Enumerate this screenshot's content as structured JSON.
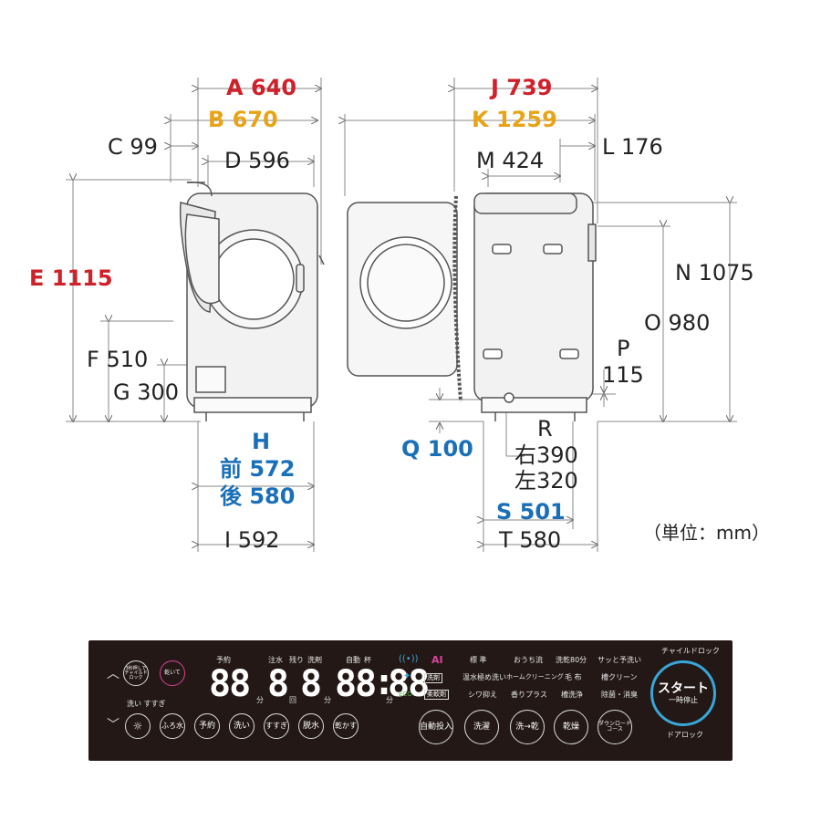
{
  "dimensions": {
    "A": {
      "letter": "A",
      "value": "640"
    },
    "B": {
      "letter": "B",
      "value": "670"
    },
    "C": {
      "letter": "C",
      "value": "99"
    },
    "D": {
      "letter": "D",
      "value": "596"
    },
    "E": {
      "letter": "E",
      "value": "1115"
    },
    "F": {
      "letter": "F",
      "value": "510"
    },
    "G": {
      "letter": "G",
      "value": "300"
    },
    "H": {
      "letter": "H",
      "front_label": "前",
      "front_value": "572",
      "back_label": "後",
      "back_value": "580"
    },
    "I": {
      "letter": "I",
      "value": "592"
    },
    "J": {
      "letter": "J",
      "value": "739"
    },
    "K": {
      "letter": "K",
      "value": "1259"
    },
    "L": {
      "letter": "L",
      "value": "176"
    },
    "M": {
      "letter": "M",
      "value": "424"
    },
    "N": {
      "letter": "N",
      "value": "1075"
    },
    "O": {
      "letter": "O",
      "value": "980"
    },
    "P": {
      "letter": "P",
      "value": "115"
    },
    "Q": {
      "letter": "Q",
      "value": "100"
    },
    "R": {
      "letter": "R",
      "right": "右390",
      "left": "左320"
    },
    "S": {
      "letter": "S",
      "value": "501"
    },
    "T": {
      "letter": "T",
      "value": "580"
    }
  },
  "unit_note": "（単位：mm）",
  "colors": {
    "red": "#d0202a",
    "orange": "#e8a317",
    "blue": "#1a70b8",
    "panel": "#231815",
    "start_ring": "#38a6d8"
  },
  "panel": {
    "top_left": {
      "lock_badge": "3秒押しでチャイルドロック",
      "dry_badge": "乾いて"
    },
    "indicators": {
      "reserve": "予約",
      "water": "注水",
      "remain": "残り",
      "detergent": "洗剤",
      "auto": "自動",
      "cup": "杯",
      "wash_rinse": "洗い すすぎ"
    },
    "display": {
      "d1": "88",
      "u1": "分",
      "d2": "8",
      "u2": "回",
      "d3": "8",
      "u3": "分",
      "d4": "88",
      "d5": "88",
      "u4": "分"
    },
    "mid_labels": {
      "ai": "AI",
      "detergent_box": "洗剤",
      "softener_box": "柔軟剤",
      "eco": "ECO"
    },
    "courses": {
      "row1": [
        "標 準",
        "おうち流",
        "洗乾80分",
        "サッと予洗い"
      ],
      "row2": [
        "温水極め洗い",
        "ホームクリーニング",
        "毛 布",
        "槽クリーン"
      ],
      "row3": [
        "シワ抑え",
        "香りプラス",
        "槽洗浄",
        "除菌・消臭"
      ]
    },
    "buttons": {
      "light": "light-icon",
      "bath": "ふろ水",
      "reserve": "予約",
      "wash": "洗い",
      "rinse": "すすぎ",
      "spin": "脱水",
      "dry": "乾かす",
      "auto_dose": "自動投入",
      "wash_c": "洗濯",
      "wash_dry": "洗→乾",
      "dry_c": "乾燥",
      "download": "ダウンロードコース"
    },
    "start": {
      "child_lock": "チャイルドロック",
      "label": "スタート",
      "pause": "一時停止",
      "door_lock": "ドアロック"
    }
  }
}
